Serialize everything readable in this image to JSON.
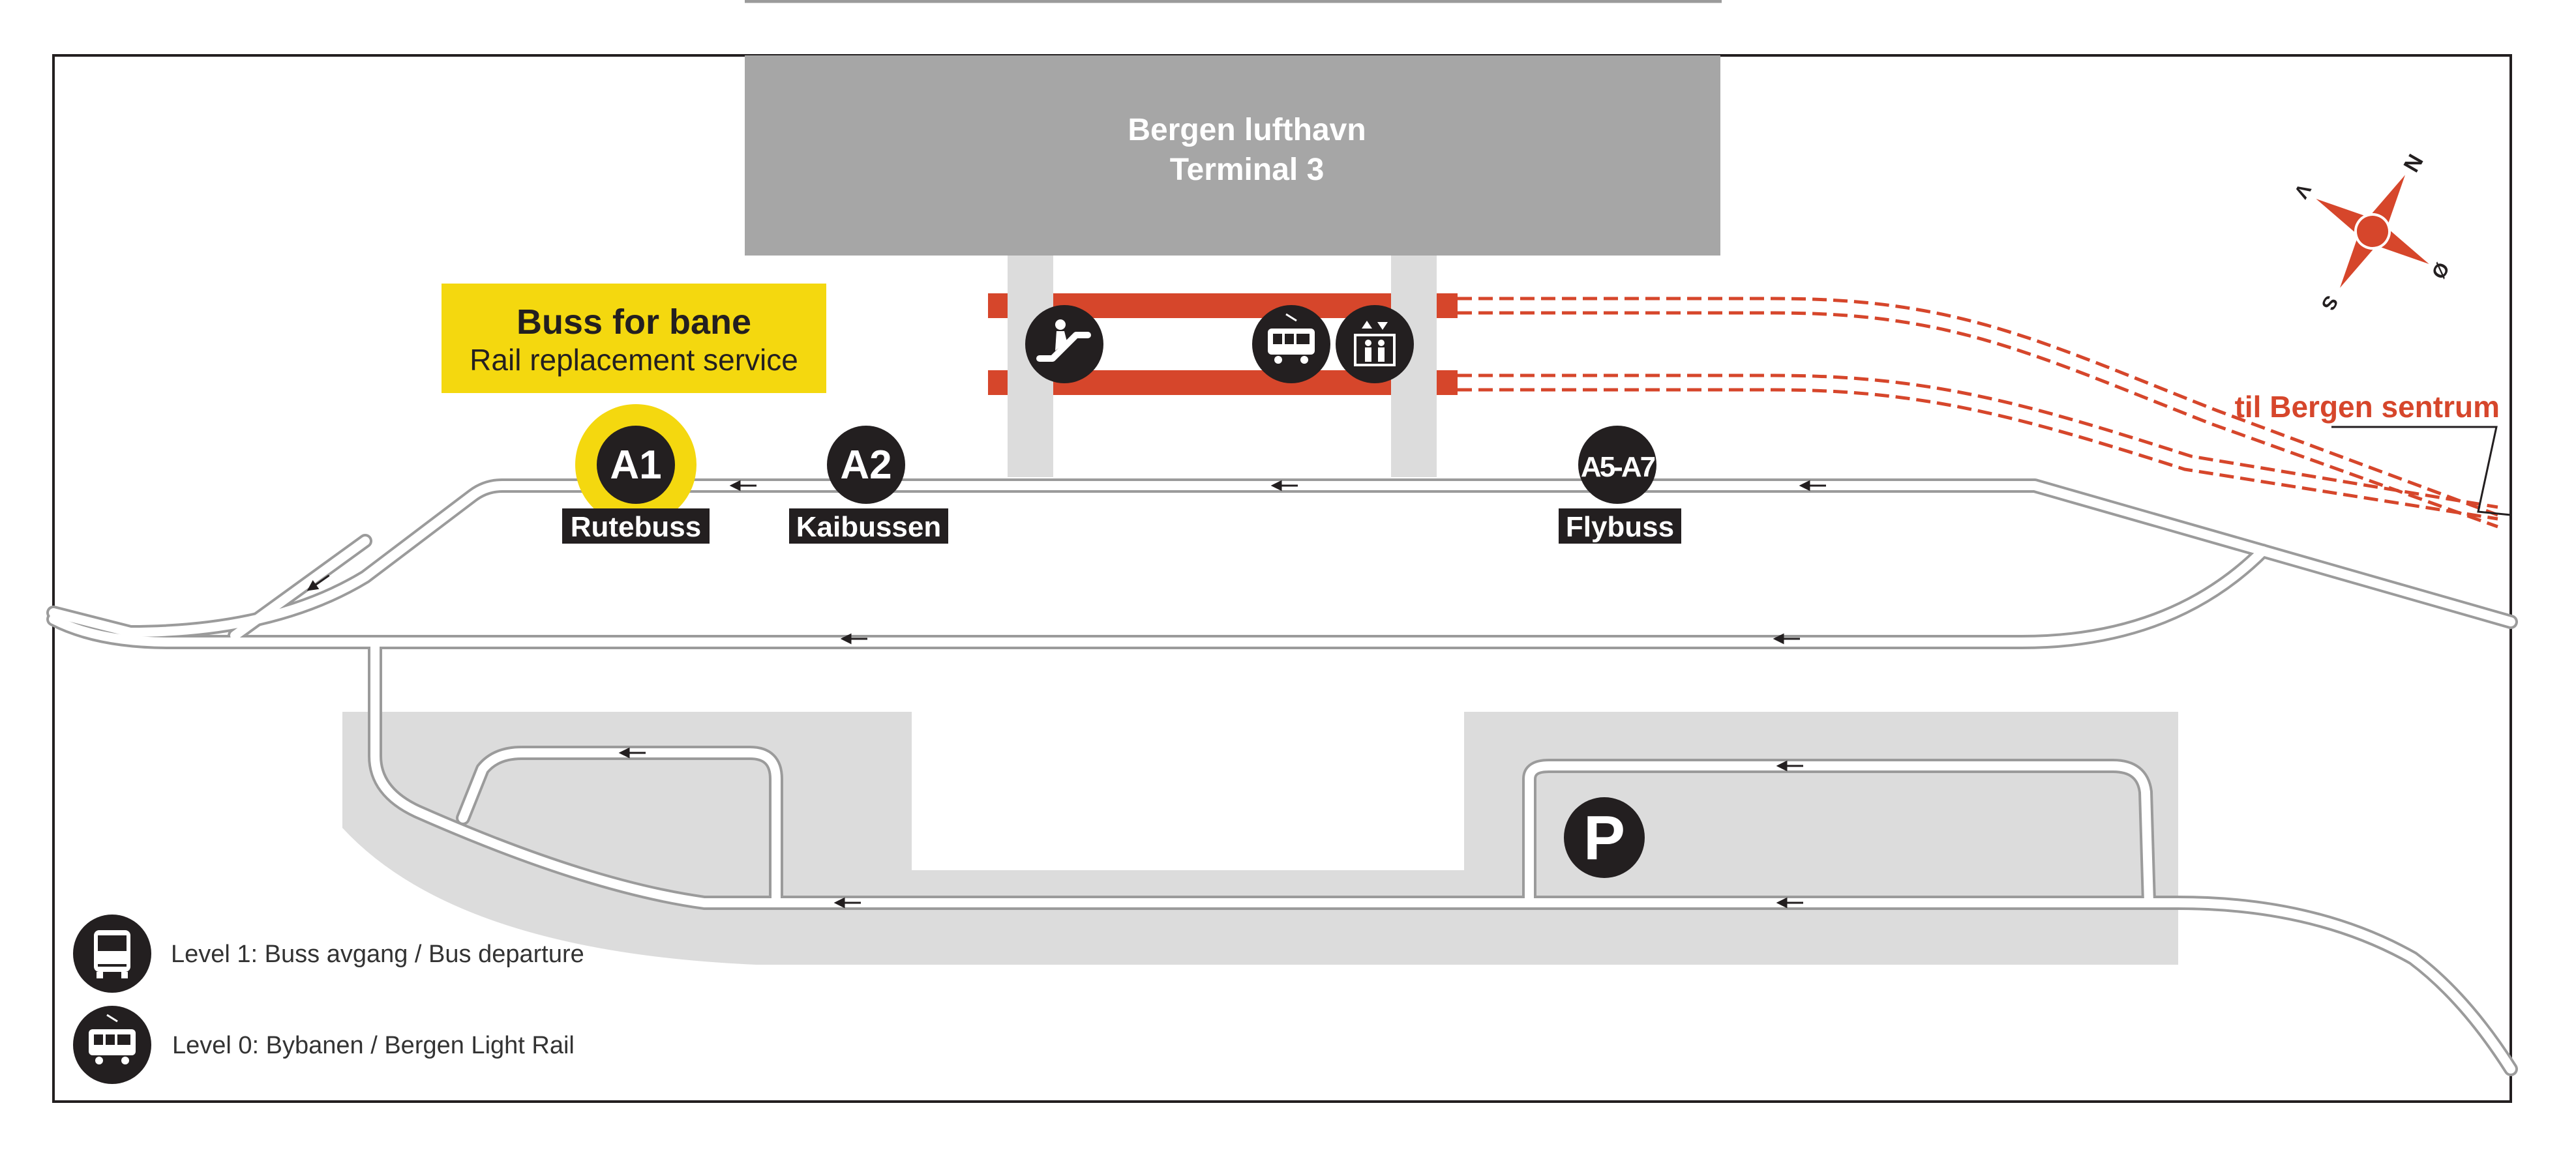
{
  "terminal": {
    "line1": "Bergen lufthavn",
    "line2": "Terminal 3"
  },
  "rail_replacement": {
    "title": "Buss for bane",
    "subtitle": "Rail replacement  service"
  },
  "stops": [
    {
      "code": "A1",
      "label": "Rutebuss",
      "highlight": true
    },
    {
      "code": "A2",
      "label": "Kaibussen",
      "highlight": false
    },
    {
      "code": "A5-A7",
      "label": "Flybuss",
      "highlight": false
    }
  ],
  "destination": "til Bergen sentrum",
  "compass": {
    "north": "N",
    "south": "S",
    "east": "Ø",
    "west": "V"
  },
  "parking": "P",
  "legend": [
    {
      "icon": "bus-icon",
      "label": "Level 1: Buss avgang / Bus departure"
    },
    {
      "icon": "tram-icon",
      "label": "Level 0: Bybanen / Bergen Light Rail"
    }
  ],
  "platform_icons": [
    "escalator-icon",
    "tram-icon",
    "elevator-icon"
  ],
  "colors": {
    "terminal": "#a6a6a6",
    "pillar": "#dcdcdc",
    "rail": "#d6462b",
    "yellow": "#f4d80f",
    "dark": "#231f20",
    "road": "#9b9b9b",
    "area": "#dcdcdc"
  }
}
